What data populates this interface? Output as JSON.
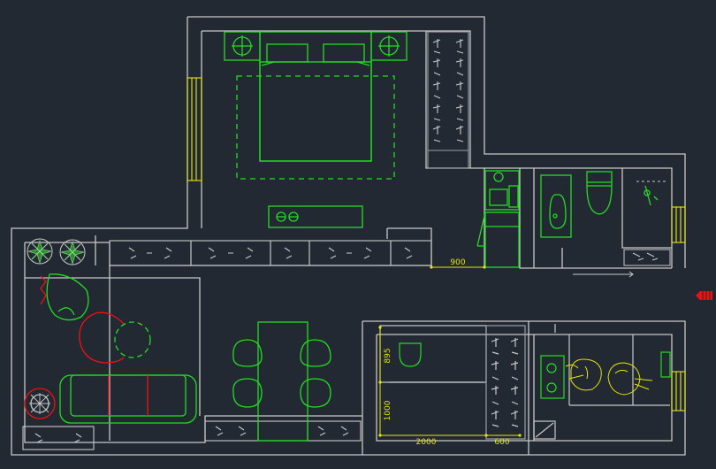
{
  "colors": {
    "background": "#222933",
    "walls": "#c8c8c8",
    "furniture": "#22dd22",
    "dimension": "#e6e600",
    "accent_red": "#ee1111",
    "window": "#d8d820",
    "wardrobe": "#9aa0a6"
  },
  "dimensions": {
    "corridor_width": "900",
    "bath_depth": "895",
    "closet_depth": "1000",
    "room_width": "2000",
    "wardrobe_width": "600"
  },
  "icons": {
    "entry_marker": "red-entry-arrow-icon"
  }
}
